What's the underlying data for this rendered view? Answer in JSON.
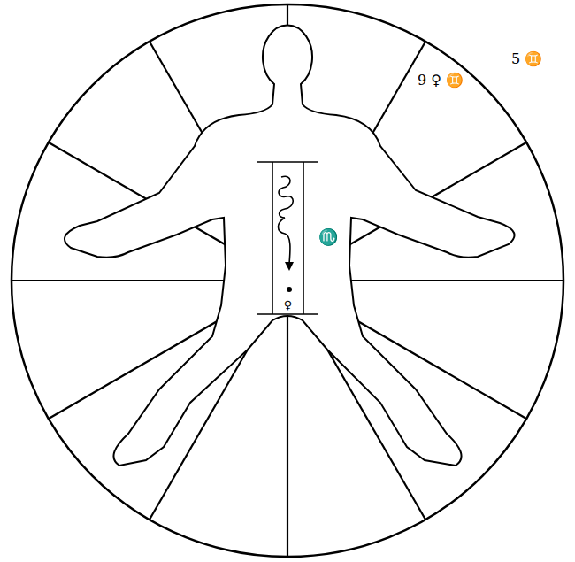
{
  "diagram": {
    "nodes": [
      {
        "text": [
          "♀"
        ]
      }
    ],
    "labels": [
      "9 ♀ ♊",
      "5 ♊",
      "♏"
    ]
  }
}
